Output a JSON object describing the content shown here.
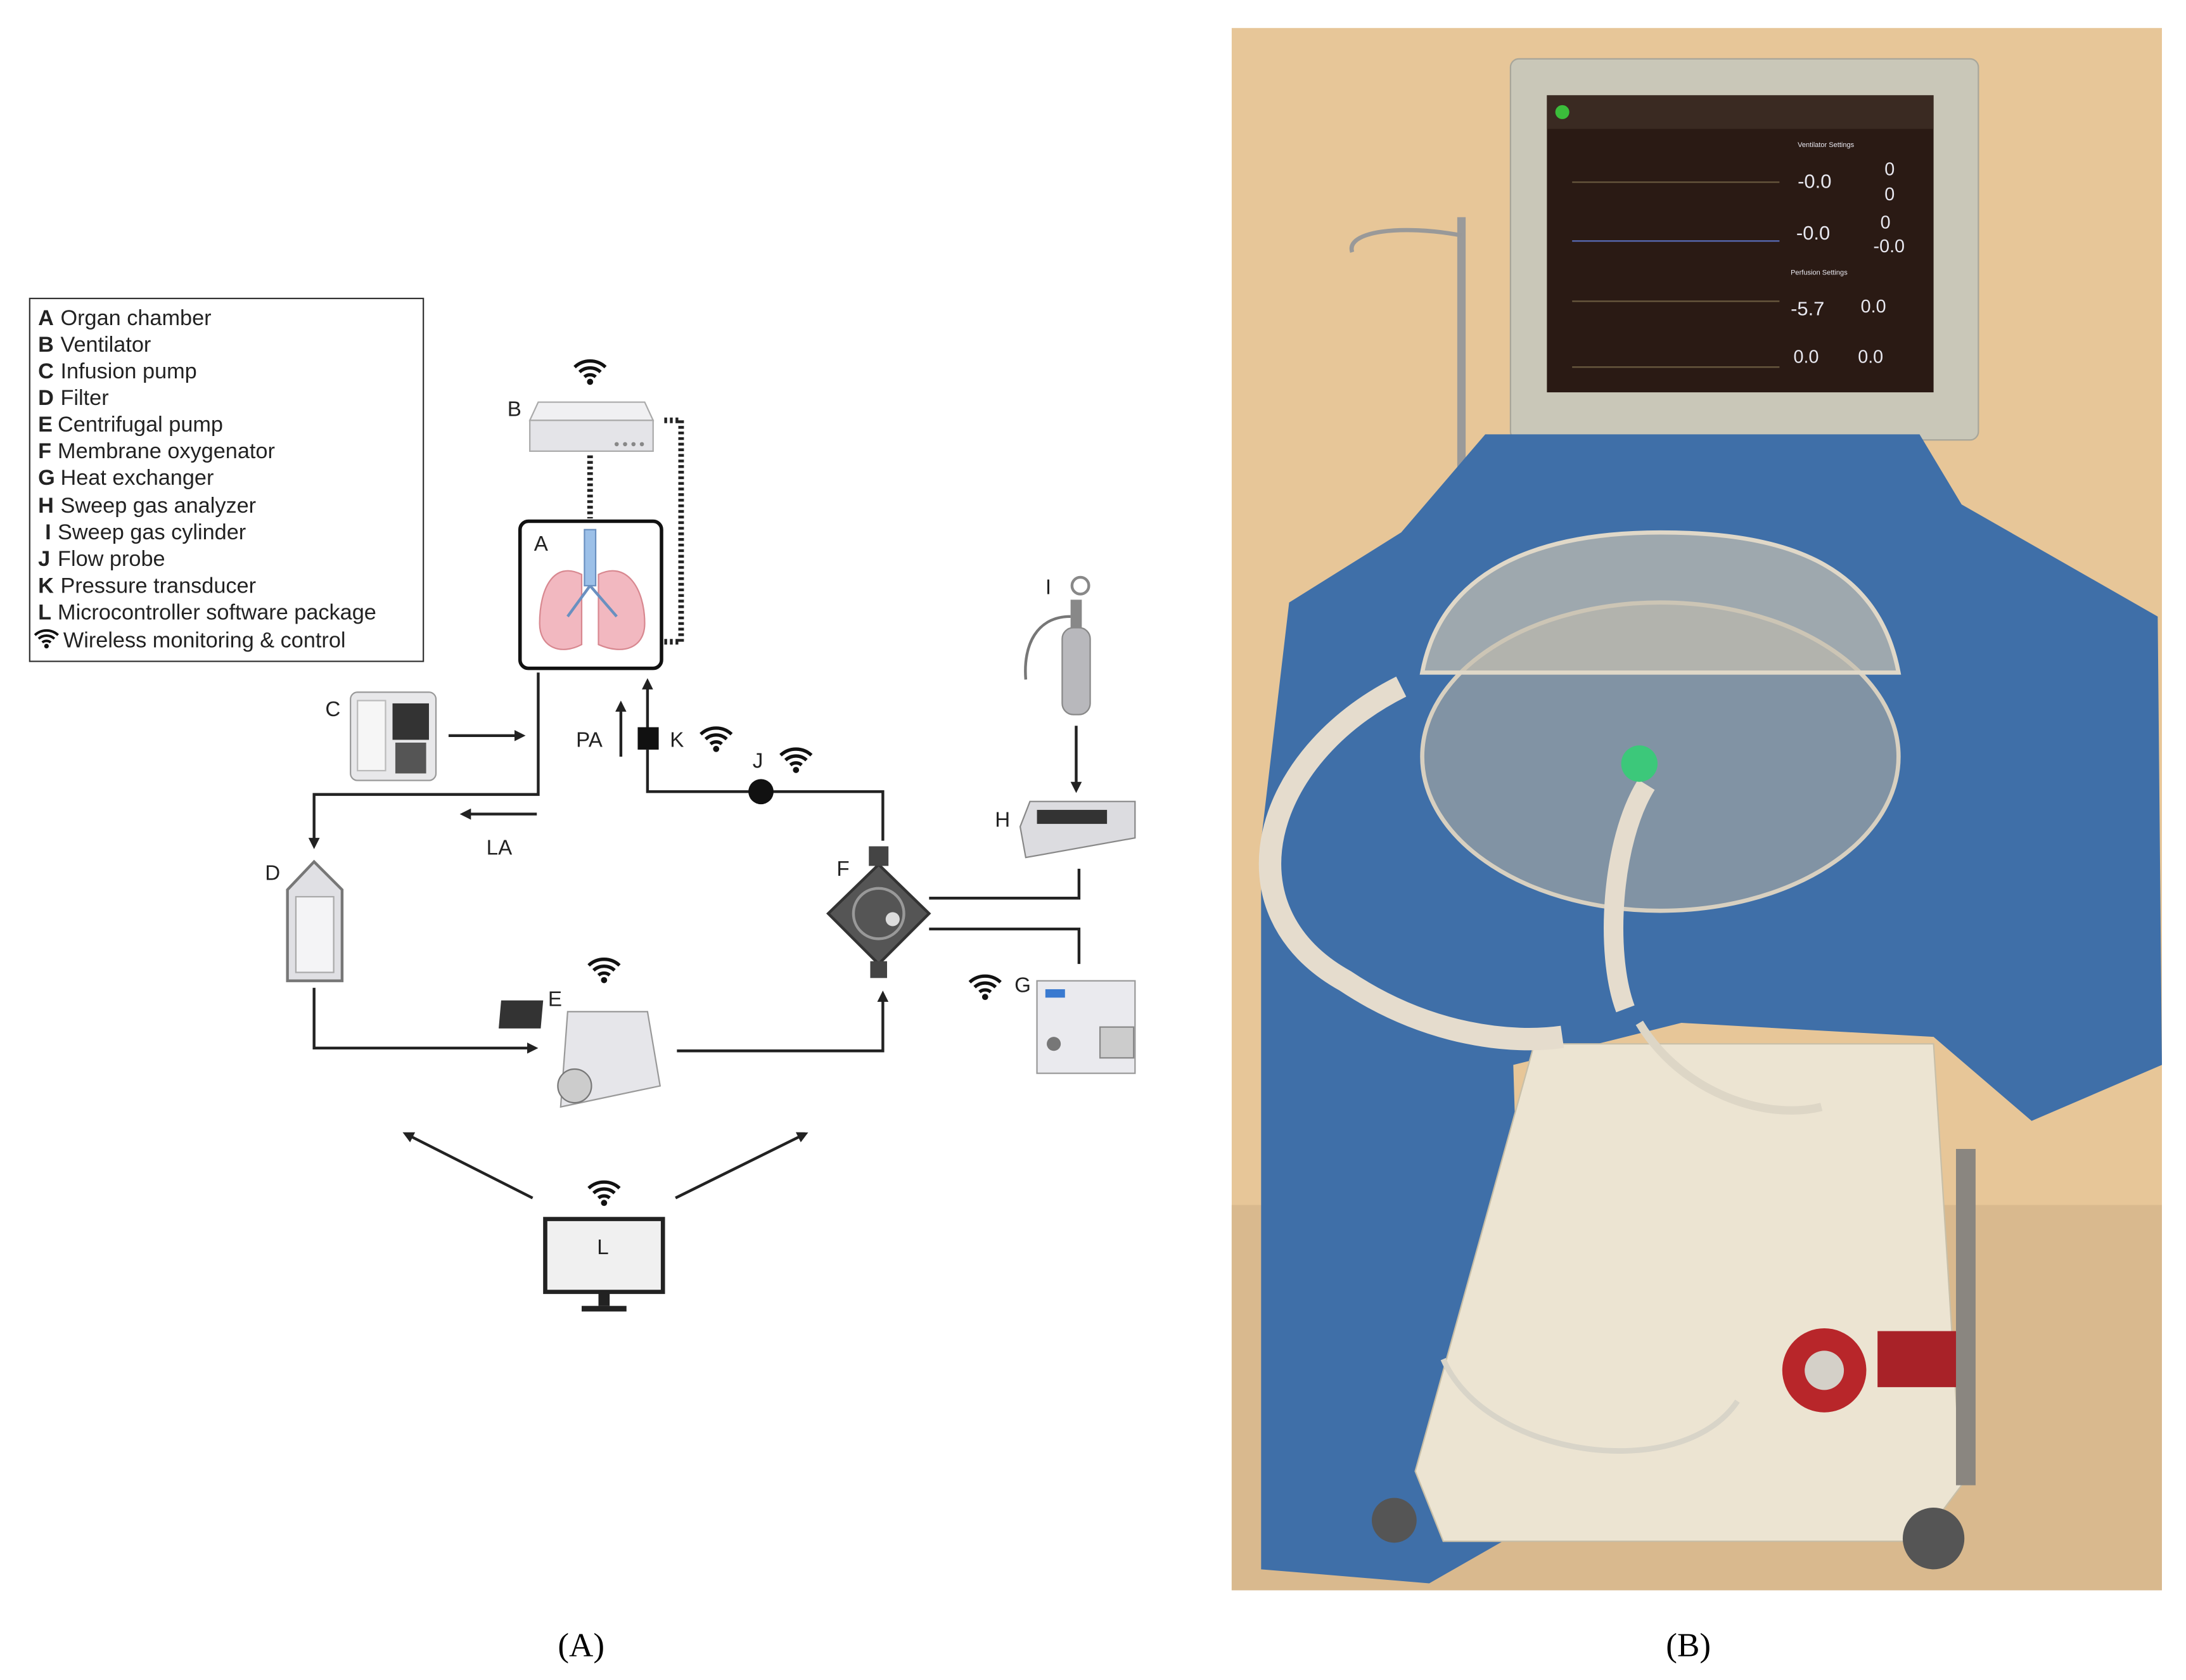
{
  "legend": {
    "items": [
      {
        "key": "A",
        "label": "Organ chamber"
      },
      {
        "key": "B",
        "label": "Ventilator"
      },
      {
        "key": "C",
        "label": "Infusion pump"
      },
      {
        "key": "D",
        "label": "Filter"
      },
      {
        "key": "E",
        "label": "Centrifugal pump"
      },
      {
        "key": "F",
        "label": "Membrane oxygenator"
      },
      {
        "key": "G",
        "label": "Heat exchanger"
      },
      {
        "key": "H",
        "label": "Sweep gas analyzer"
      },
      {
        "key": "I",
        "label": "Sweep gas cylinder"
      },
      {
        "key": "J",
        "label": "Flow probe"
      },
      {
        "key": "K",
        "label": "Pressure transducer"
      },
      {
        "key": "L",
        "label": "Microcontroller software package"
      }
    ],
    "wireless_label": "Wireless monitoring & control"
  },
  "diagram": {
    "labels": {
      "A": "A",
      "B": "B",
      "C": "C",
      "D": "D",
      "E": "E",
      "F": "F",
      "G": "G",
      "H": "H",
      "I": "I",
      "J": "J",
      "K": "K",
      "L": "L"
    },
    "flow_labels": {
      "pa": "PA",
      "la": "LA"
    }
  },
  "monitor": {
    "ventilator_title": "Ventilator Settings",
    "perfusion_title": "Perfusion Settings",
    "values": {
      "v1": "-0.0",
      "v2": "0",
      "v3": "0",
      "v4": "-0.0",
      "v5": "0",
      "v6": "-0.0",
      "p1": "-5.7",
      "p2": "0.0",
      "p3": "0.0",
      "p4": "0.0"
    }
  },
  "captions": {
    "a": "(A)",
    "b": "(B)"
  },
  "colors": {
    "drape": "#3f6fa8",
    "wall": "#e8c89a",
    "line": "#222222"
  }
}
